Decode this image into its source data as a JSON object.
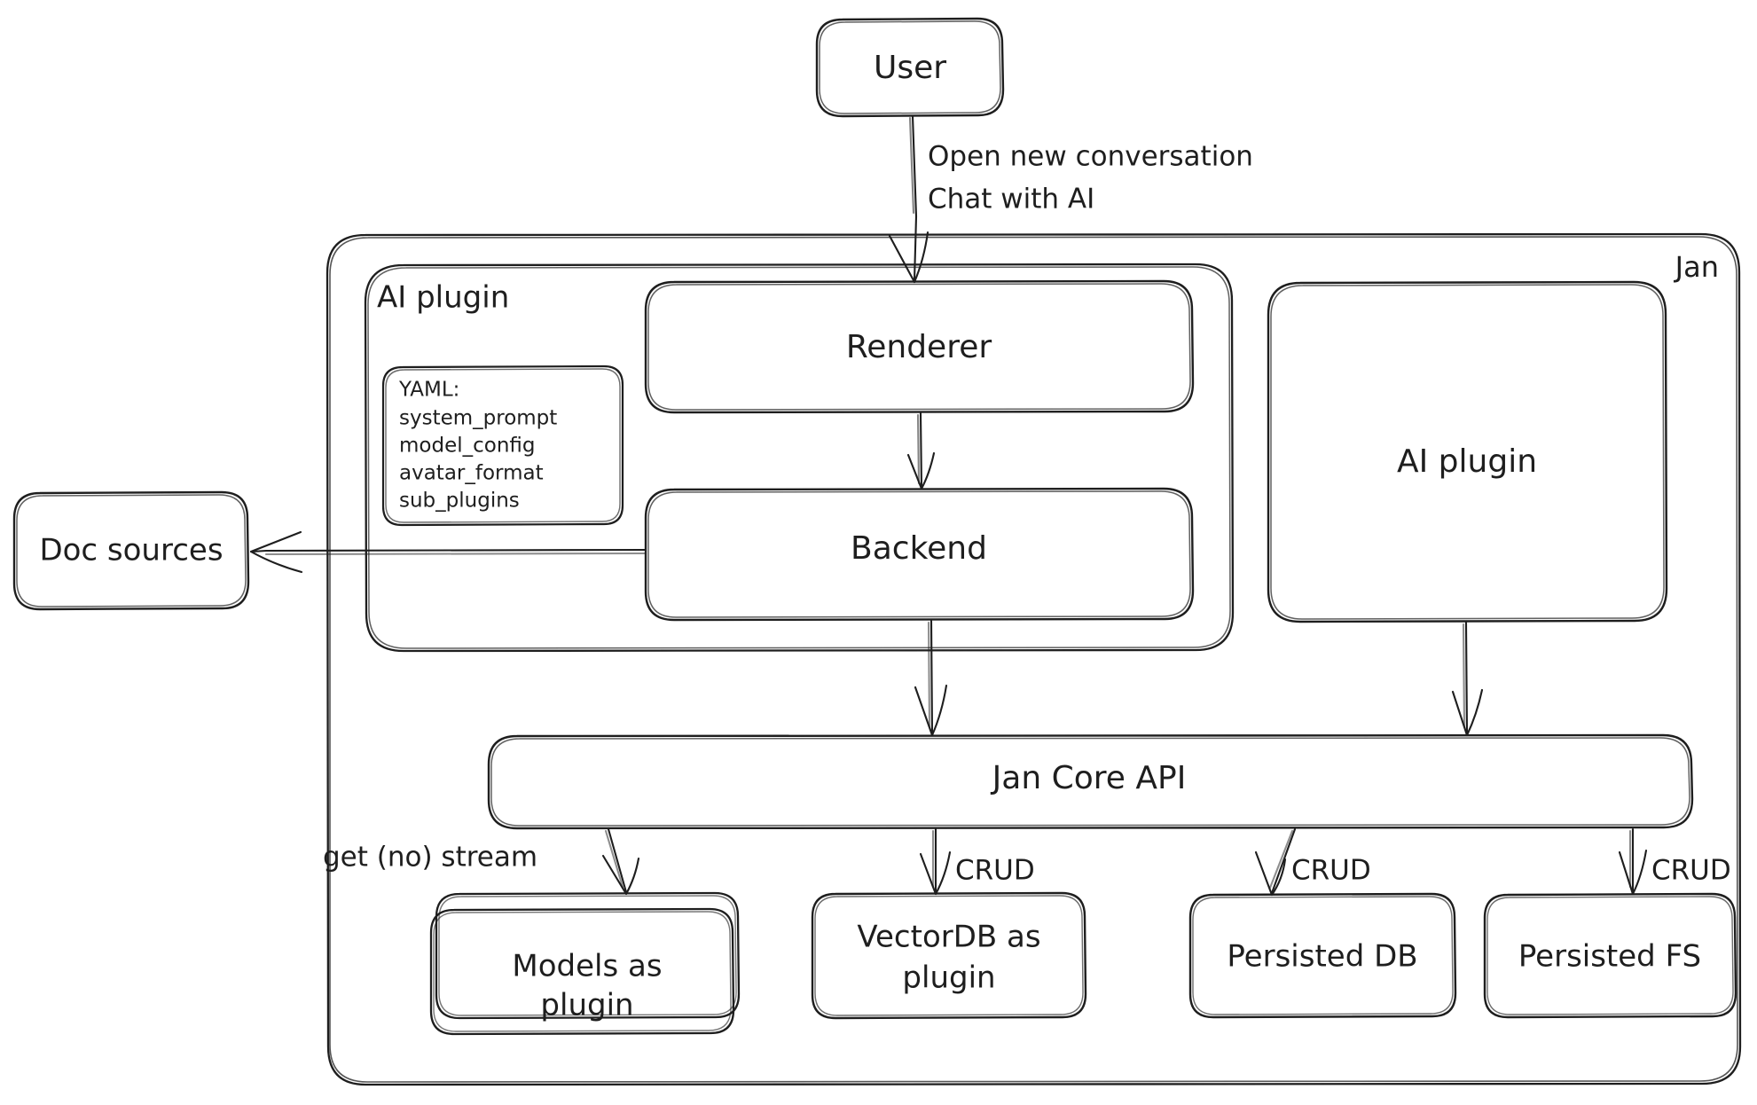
{
  "diagram": {
    "title": "Jan architecture diagram",
    "style": "hand-drawn-excalidraw",
    "stroke_color": "#1e1e1e",
    "background_color": "#ffffff"
  },
  "nodes": {
    "user": {
      "label": "User"
    },
    "jan_container": {
      "label": "Jan"
    },
    "ai_plugin_group": {
      "label": "AI plugin"
    },
    "yaml_note": {
      "lines": [
        "YAML:",
        "system_prompt",
        "model_config",
        "avatar_format",
        "sub_plugins"
      ]
    },
    "renderer": {
      "label": "Renderer"
    },
    "backend": {
      "label": "Backend"
    },
    "doc_sources": {
      "label": "Doc sources"
    },
    "ai_plugin_box": {
      "label": "AI plugin"
    },
    "jan_core_api": {
      "label": "Jan Core API"
    },
    "models_plugin": {
      "label_line1": "Models as",
      "label_line2": "plugin"
    },
    "vectordb_plugin": {
      "label_line1": "VectorDB as",
      "label_line2": "plugin"
    },
    "persisted_db": {
      "label": "Persisted DB"
    },
    "persisted_fs": {
      "label": "Persisted FS"
    }
  },
  "edges": {
    "user_to_renderer": {
      "label_line1": "Open new conversation",
      "label_line2": "Chat with AI"
    },
    "renderer_to_backend": {
      "label": ""
    },
    "backend_to_doc_sources": {
      "label": ""
    },
    "backend_to_core": {
      "label": ""
    },
    "ai_plugin_to_core": {
      "label": ""
    },
    "core_to_models": {
      "label": "get (no) stream"
    },
    "core_to_vectordb": {
      "label": "CRUD"
    },
    "core_to_persisted_db": {
      "label": "CRUD"
    },
    "core_to_persisted_fs": {
      "label": "CRUD"
    }
  }
}
